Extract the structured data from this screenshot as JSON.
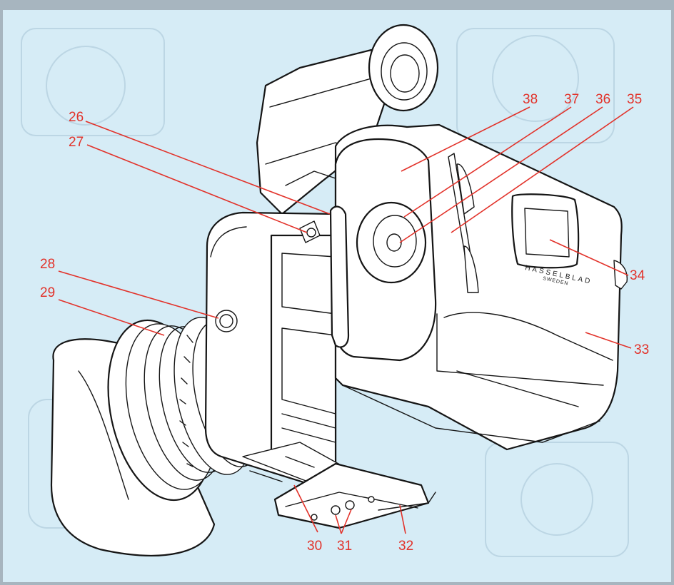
{
  "diagram": {
    "colors": {
      "border": "#a7b5bf",
      "background": "#d6ecf6",
      "callout": "#e2322a",
      "ink": "#151515"
    },
    "logo": {
      "brand": "HASSELBLAD",
      "sub": "SWEDEN"
    },
    "callouts": [
      {
        "id": "26",
        "label": "26"
      },
      {
        "id": "27",
        "label": "27"
      },
      {
        "id": "28",
        "label": "28"
      },
      {
        "id": "29",
        "label": "29"
      },
      {
        "id": "30",
        "label": "30"
      },
      {
        "id": "31",
        "label": "31"
      },
      {
        "id": "32",
        "label": "32"
      },
      {
        "id": "33",
        "label": "33"
      },
      {
        "id": "34",
        "label": "34"
      },
      {
        "id": "35",
        "label": "35"
      },
      {
        "id": "36",
        "label": "36"
      },
      {
        "id": "37",
        "label": "37"
      },
      {
        "id": "38",
        "label": "38"
      }
    ]
  }
}
